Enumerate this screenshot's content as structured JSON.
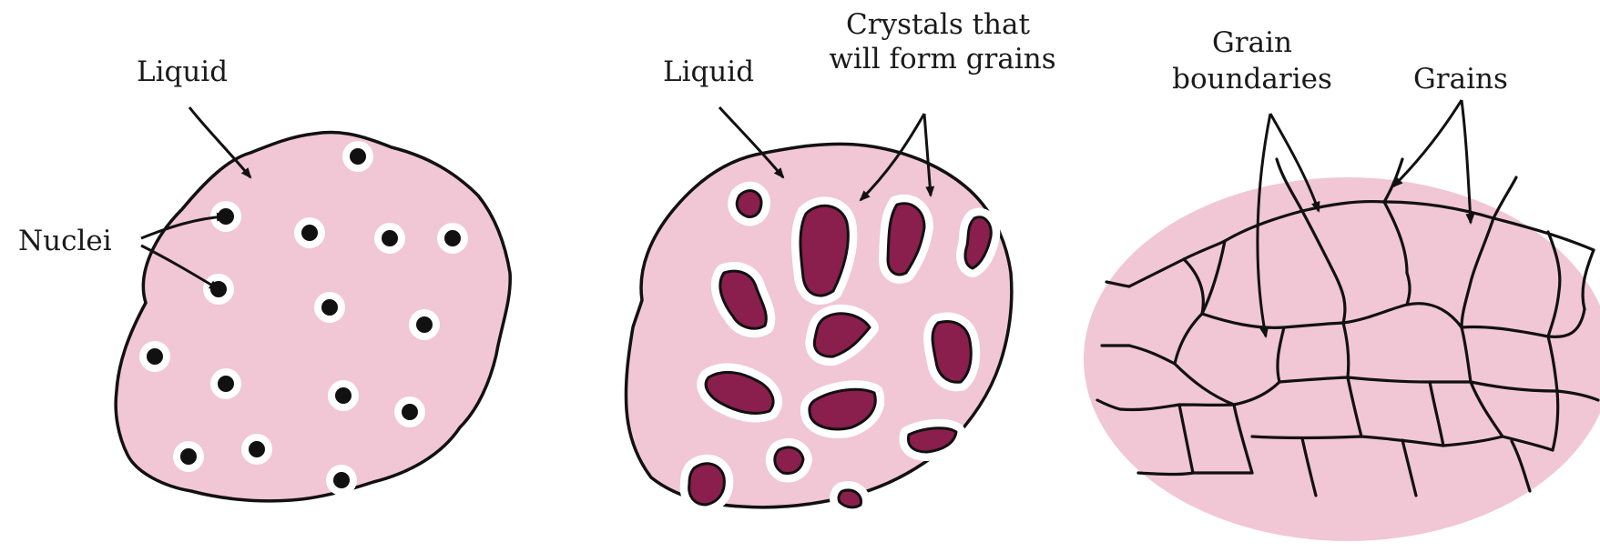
{
  "colors": {
    "phase": "#f1c6d5",
    "crystal": "#8a1e4c",
    "outline": "#111111",
    "halo": "#ffffff",
    "background": "#ffffff"
  },
  "panels": [
    {
      "stage": "nuclei-forming",
      "labels": [
        "Liquid",
        "Nuclei"
      ]
    },
    {
      "stage": "crystals-growing",
      "labels": [
        "Liquid",
        "Crystals that",
        "will form grains"
      ]
    },
    {
      "stage": "grains-formed",
      "labels": [
        "Grain",
        "boundaries",
        "Grains"
      ]
    }
  ]
}
